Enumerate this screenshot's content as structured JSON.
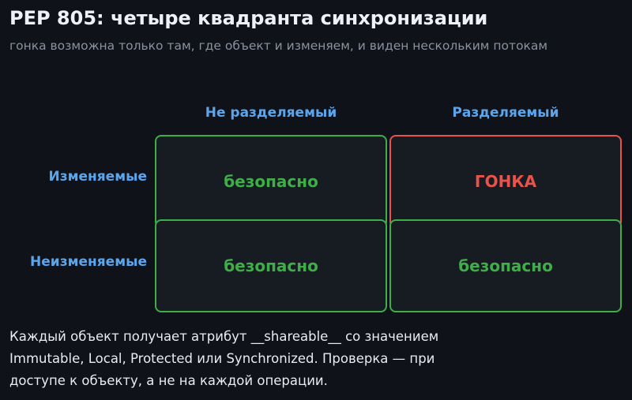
{
  "header": {
    "title": "PEP 805: четыре квадранта синхронизации",
    "subtitle": "гонка возможна только там, где объект и изменяем, и виден нескольким потокам"
  },
  "grid": {
    "columns": [
      "Не разделяемый",
      "Разделяемый"
    ],
    "rows": [
      "Изменяемые",
      "Неизменяемые"
    ],
    "cells": [
      [
        "безопасно",
        "ГОНКА"
      ],
      [
        "безопасно",
        "безопасно"
      ]
    ],
    "colors": {
      "header": "#5aa6ee",
      "safe": "#3fae49",
      "race": "#e8534b"
    }
  },
  "footnote": {
    "lines": [
      "Каждый объект получает атрибут __shareable__ со значением",
      "Immutable, Local, Protected или Synchronized. Проверка — при",
      "доступе к объекту, а не на каждой операции."
    ]
  }
}
